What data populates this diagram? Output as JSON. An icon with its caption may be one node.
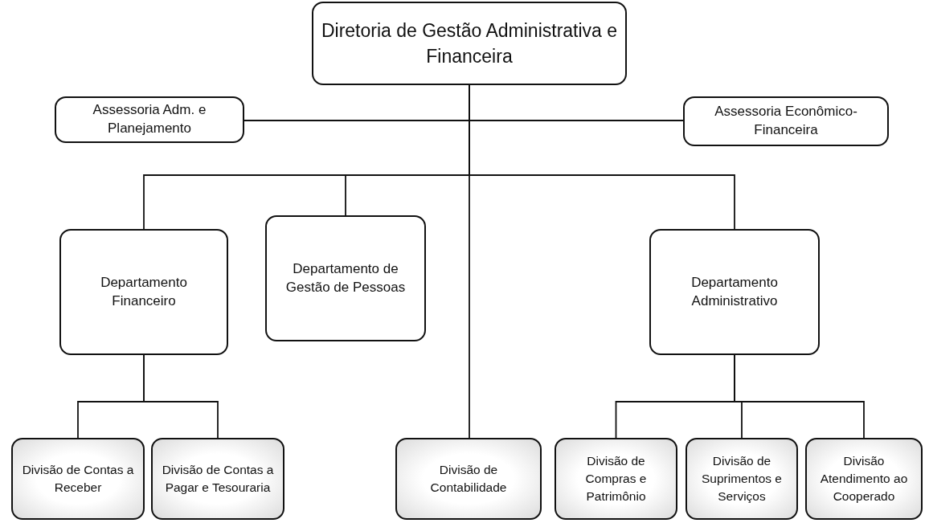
{
  "diagram": {
    "nodes": [
      {
        "text": [
          "Diretoria de Gestão Administrativa e Financeira"
        ]
      },
      {
        "text": [
          "Assessoria Adm. e Planejamento"
        ]
      },
      {
        "text": [
          "Assessoria Econômico-Financeira"
        ]
      },
      {
        "text": [
          "Departamento Financeiro"
        ]
      },
      {
        "text": [
          "Departamento de Gestão de Pessoas"
        ]
      },
      {
        "text": [
          "Departamento Administrativo"
        ]
      },
      {
        "text": [
          "Divisão de Contas a Receber"
        ]
      },
      {
        "text": [
          "Divisão de Contas a Pagar e Tesouraria"
        ]
      },
      {
        "text": [
          "Divisão de Contabilidade"
        ]
      },
      {
        "text": [
          "Divisão de Compras e Patrimônio"
        ]
      },
      {
        "text": [
          "Divisão de Suprimentos e Serviços"
        ]
      },
      {
        "text": [
          "Divisão Atendimento ao Cooperado"
        ]
      }
    ],
    "edges": [
      {
        "from": 0,
        "to": 1,
        "arrow": "none"
      },
      {
        "from": 0,
        "to": 2,
        "arrow": "none"
      },
      {
        "from": 0,
        "to": 3,
        "arrow": "none"
      },
      {
        "from": 0,
        "to": 4,
        "arrow": "none"
      },
      {
        "from": 0,
        "to": 8,
        "arrow": "none"
      },
      {
        "from": 0,
        "to": 5,
        "arrow": "none"
      },
      {
        "from": 3,
        "to": 6,
        "arrow": "none"
      },
      {
        "from": 3,
        "to": 7,
        "arrow": "none"
      },
      {
        "from": 5,
        "to": 9,
        "arrow": "none"
      },
      {
        "from": 5,
        "to": 10,
        "arrow": "none"
      },
      {
        "from": 5,
        "to": 11,
        "arrow": "none"
      }
    ]
  }
}
